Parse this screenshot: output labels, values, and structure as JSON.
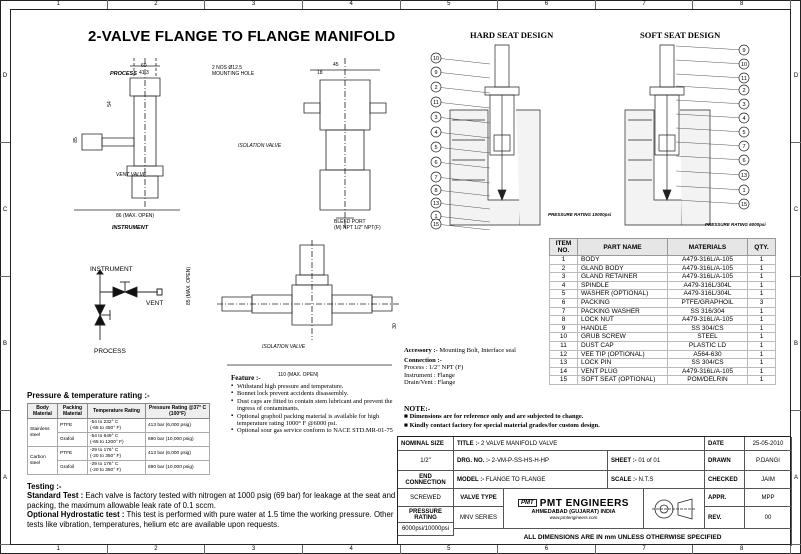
{
  "zones": {
    "top": [
      "1",
      "2",
      "3",
      "4",
      "5",
      "6",
      "7",
      "8"
    ],
    "side": [
      "D",
      "C",
      "B",
      "A"
    ]
  },
  "title": "2-VALVE FLANGE TO FLANGE MANIFOLD",
  "drawing_labels": {
    "process": "PROCESS",
    "dim_60": "60",
    "dim_41_3": "41.3",
    "mount_hole": "2 NOS Ø12.5\nMOUNTING HOLE",
    "dim_54": "54",
    "dim_85": "85",
    "vent_valve": "VENT VALVE",
    "dim_86_open": "86 (MAX. OPEN)",
    "instrument": "INSTRUMENT",
    "dim_45": "45",
    "dim_18": "18",
    "isolation_valve_top": "ISOLATION VALVE",
    "bleed_port": "BLEED PORT\n(M) NPT 1/2\" NPT(F)",
    "dim_85_open": "85 (MAX. OPEN)",
    "dim_30": "30",
    "isolation_valve_bottom": "ISOLATION VALVE",
    "dim_110_open": "110 (MAX. OPEN)"
  },
  "schematic": {
    "instrument": "INSTRUMENT",
    "vent": "VENT",
    "process": "PROCESS"
  },
  "seat": {
    "hard_title": "HARD SEAT DESIGN",
    "soft_title": "SOFT SEAT DESIGN",
    "hard_callouts": [
      "10",
      "9",
      "2",
      "11",
      "3",
      "4",
      "5",
      "6",
      "7",
      "8",
      "13",
      "1",
      "15"
    ],
    "soft_callouts": [
      "9",
      "10",
      "11",
      "2",
      "3",
      "4",
      "5",
      "7",
      "6",
      "13",
      "1",
      "15"
    ],
    "hard_rating": "PRESSURE RATING 10000psi",
    "soft_rating": "PRESSURE RATING 6000psi"
  },
  "parts_table": {
    "headers": [
      "ITEM NO.",
      "PART NAME",
      "MATERIALS",
      "QTY."
    ],
    "rows": [
      [
        "1",
        "BODY",
        "A479-316L/A-105",
        "1"
      ],
      [
        "2",
        "GLAND BODY",
        "A479-316L/A-105",
        "1"
      ],
      [
        "3",
        "GLAND RETAINER",
        "A479-316L/A-105",
        "1"
      ],
      [
        "4",
        "SPINDLE",
        "A479-316L/304L",
        "1"
      ],
      [
        "5",
        "WASHER (OPTIONAL)",
        "A479-316L/304L",
        "1"
      ],
      [
        "6",
        "PACKING",
        "PTFE/GRAPHOIL",
        "3"
      ],
      [
        "7",
        "PACKING WASHER",
        "SS 316/304",
        "1"
      ],
      [
        "8",
        "LOCK NUT",
        "A479-316L/A-105",
        "1"
      ],
      [
        "9",
        "HANDLE",
        "SS 304/CS",
        "1"
      ],
      [
        "10",
        "GRUB SCREW",
        "STEEL",
        "1"
      ],
      [
        "11",
        "DUST CAP",
        "PLASTIC LD",
        "1"
      ],
      [
        "12",
        "VEE TIP (OPTIONAL)",
        "A564-630",
        "1"
      ],
      [
        "13",
        "LOCK PIN",
        "SS 304/CS",
        "1"
      ],
      [
        "14",
        "VENT PLUG",
        "A479-316L/A-105",
        "1"
      ],
      [
        "15",
        "SOFT SEAT (OPTIONAL)",
        "POM/DELRIN",
        "1"
      ]
    ]
  },
  "pressure": {
    "title": "Pressure & temperature rating :-",
    "headers": [
      "Body Material",
      "Packing Material",
      "Temperature Rating",
      "Pressure Rating @37° C (100°F)"
    ],
    "groups": [
      {
        "body": "Stainless steel",
        "rows": [
          [
            "PTFE",
            "-54 to 232° C\n(-65 to 450° F)",
            "413 bar (6,000 psig)"
          ],
          [
            "Grafoil",
            "-54 to 649° C\n(-65 to 1200° F)",
            "690 bar (10,000 psig)"
          ]
        ]
      },
      {
        "body": "Carbon steel",
        "rows": [
          [
            "PTFE",
            "-29 to 176° C\n(-20 to 350° F)",
            "413 bar (6,000 psig)"
          ],
          [
            "Grafoil",
            "-29 to 176° C\n(-20 to 350° F)",
            "690 bar (10,000 psig)"
          ]
        ]
      }
    ]
  },
  "features": {
    "title": "Feature :-",
    "items": [
      "Withstand high pressure and temperature.",
      "Bonnet lock prevent accidents disassembly.",
      "Dust caps are fitted to contain stem lubricant and prevent the ingress of contaminants.",
      "Optional graphoil packing material is available for high temperature rating 1000° F @6000 psi.",
      "Optional sour gas service conform to NACE STD.MR-01-75"
    ]
  },
  "accessory": {
    "label": "Accessory :-",
    "value": "Mounting Bolt, Interface seal",
    "connection_label": "Connection :-",
    "process": "Process : 1/2\" NPT (F)",
    "instrument": "Instrument : Flange",
    "drain": "Drain/Vent : Flange"
  },
  "notes": {
    "title": "NOTE:-",
    "items": [
      "Dimensions are for reference only and are subjected to change.",
      "Kindly contact factory for special material grades/for custom design."
    ]
  },
  "testing": {
    "title": "Testing :-",
    "standard_label": "Standard Test :",
    "standard_text": "Each valve is factory tested with nitrogen at 1000 psig (69 bar) for leakage at the seat and packing, the maximum allowable leak rate of 0.1 sccm.",
    "hydro_label": "Optional Hydrostatic test :",
    "hydro_text": "This test is performed with pure water at 1.5 time the working pressure. Other tests like vibration, temperatures, helium etc are available upon requests."
  },
  "title_block": {
    "nominal_size_label": "NOMINAL SIZE",
    "nominal_size": "1/2\"",
    "title_label": "TITLE :-",
    "title_value": "2 VALVE MANIFOLD VALVE",
    "date_label": "DATE",
    "date": "25-05-2010",
    "drg_label": "DRG. NO. :-",
    "drg_value": "2-VM-P-SS-HS-H-HP",
    "sheet_label": "SHEET :-",
    "sheet_value": "01 of 01",
    "drawn_label": "DRAWN",
    "drawn": "P.DANGI",
    "end_conn_label": "END CONNECTION",
    "end_conn": "SCREWED",
    "model_label": "MODEL :-",
    "model_value": "FLANGE TO FLANGE",
    "scale_label": "SCALE :-",
    "scale_value": "N.T.S",
    "checked_label": "CHECKED",
    "checked": "JAIM",
    "valve_type_label": "VALVE TYPE",
    "valve_type": "MNV SERIES",
    "company_logo": "PMT",
    "company": "PMT ENGINEERS",
    "company_city": "AHMEDABAD (GUJARAT) INDIA",
    "company_web": "www.pmtengineers.com",
    "appr_label": "APPR.",
    "appr": "MPP",
    "pressure_label": "PRESSURE RATING",
    "pressure_value": "6000psi/10000psi",
    "rev_label": "REV.",
    "rev": "00",
    "footer": "ALL DIMENSIONS ARE IN mm UNLESS OTHERWISE SPECIFIED"
  }
}
